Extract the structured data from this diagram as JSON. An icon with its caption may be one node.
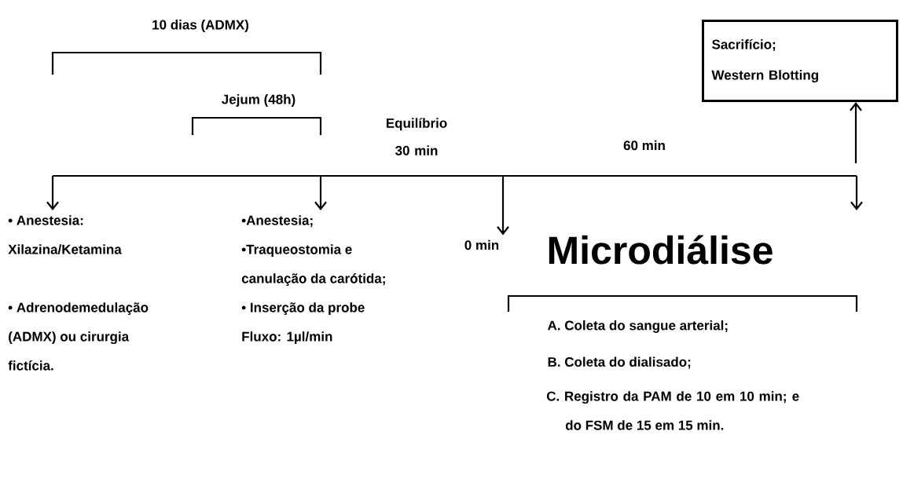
{
  "diagram": {
    "nodes": [
      {
        "text": [
          "• Anestesia: Xilazina/Ketamina",
          "• Adrenodemedulação (ADMX) ou cirurgia fictícia."
        ]
      },
      {
        "text": [
          "•Anestesia;",
          "•Traqueostomia e canulação da carótida;",
          "• Inserção da probe Fluxo: 1µl/min"
        ]
      },
      {
        "text": [
          "0 min"
        ]
      },
      {
        "text": [
          "Microdiálise"
        ]
      },
      {
        "text": [
          "Sacrifício;",
          "Western Blotting"
        ]
      }
    ],
    "edges": [
      {
        "from": null,
        "to": 0,
        "arrow": "to"
      },
      {
        "from": null,
        "to": 1,
        "arrow": "to"
      },
      {
        "from": null,
        "to": 2,
        "arrow": "to"
      },
      {
        "from": null,
        "to": 4,
        "arrow": "to"
      }
    ],
    "labels": [
      "10 dias (ADMX)",
      "Jejum (48h)",
      "Equilíbrio 30 min",
      "60 min",
      "A. Coleta do sangue arterial;",
      "B. Coleta do dialisado;",
      "C. Registro da PAM de 10 em 10 min; e do FSM de 15 em 15 min."
    ]
  }
}
